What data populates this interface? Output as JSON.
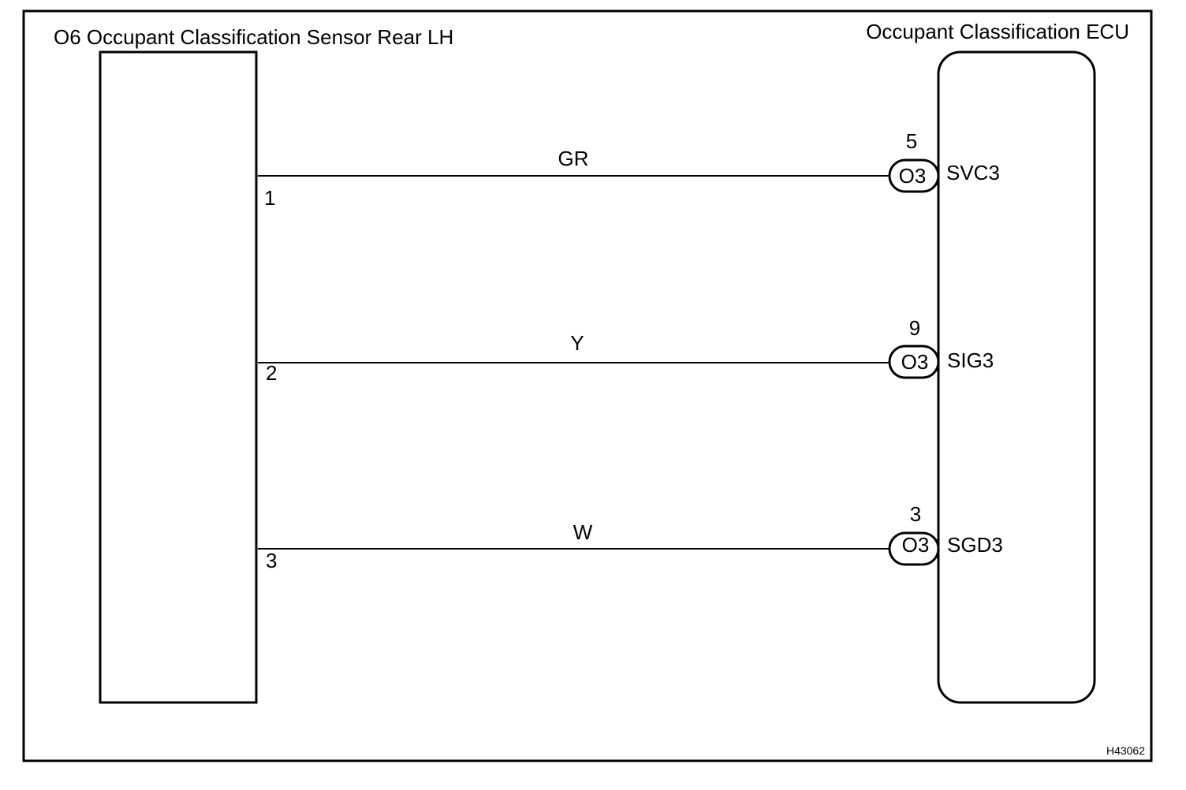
{
  "sensor": {
    "title": "O6 Occupant Classification Sensor Rear LH"
  },
  "ecu": {
    "title": "Occupant Classification ECU"
  },
  "wires": [
    {
      "sensor_pin": "1",
      "color": "GR",
      "ecu_pin": "5",
      "connector": "O3",
      "terminal": "SVC3"
    },
    {
      "sensor_pin": "2",
      "color": "Y",
      "ecu_pin": "9",
      "connector": "O3",
      "terminal": "SIG3"
    },
    {
      "sensor_pin": "3",
      "color": "W",
      "ecu_pin": "3",
      "connector": "O3",
      "terminal": "SGD3"
    }
  ],
  "figure_code": "H43062"
}
